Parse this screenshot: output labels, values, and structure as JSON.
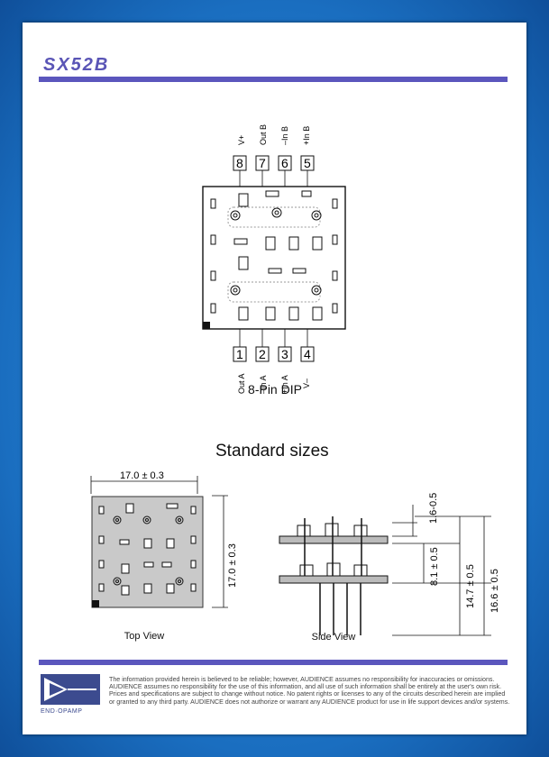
{
  "header": {
    "title": "SX52B"
  },
  "pinout": {
    "top_pins": [
      {
        "num": "8",
        "label": "V+"
      },
      {
        "num": "7",
        "label": "Out B"
      },
      {
        "num": "6",
        "label": "–In B"
      },
      {
        "num": "5",
        "label": "+In B"
      }
    ],
    "bottom_pins": [
      {
        "num": "1",
        "label": "Out A"
      },
      {
        "num": "2",
        "label": "–In A"
      },
      {
        "num": "3",
        "label": "+In A"
      },
      {
        "num": "4",
        "label": "V–"
      }
    ],
    "caption": "8-Pin DIP"
  },
  "sizes": {
    "heading": "Standard sizes",
    "top_view": {
      "width_dim": "17.0 ± 0.3",
      "height_dim": "17.0 ± 0.3",
      "caption": "Top View"
    },
    "side_view": {
      "dim_top": "1.6-0.5",
      "dim_gap": "8.1 ± 0.5",
      "dim_mid": "14.7 ± 0.5",
      "dim_total": "16.6 ± 0.5",
      "caption": "Side View"
    }
  },
  "footer": {
    "disclaimer": "The information provided herein is believed to be reliable; however, AUDIENCE assumes no responsibility for inaccuracies or omissions. AUDIENCE assumes no responsibility for the use of this information, and all use of such information shall be entirely at the user's own risk. Prices and specifications are subject to change without notice. No patent rights or licenses to any of the circuits described herein are implied or granted to any third party. AUDIENCE does not authorize or warrant any AUDIENCE product for use in life support devices and/or systems.",
    "logo_text": "END·OPAMP"
  },
  "colors": {
    "accent": "#5b56bd",
    "frame": "#1e7fd0"
  }
}
